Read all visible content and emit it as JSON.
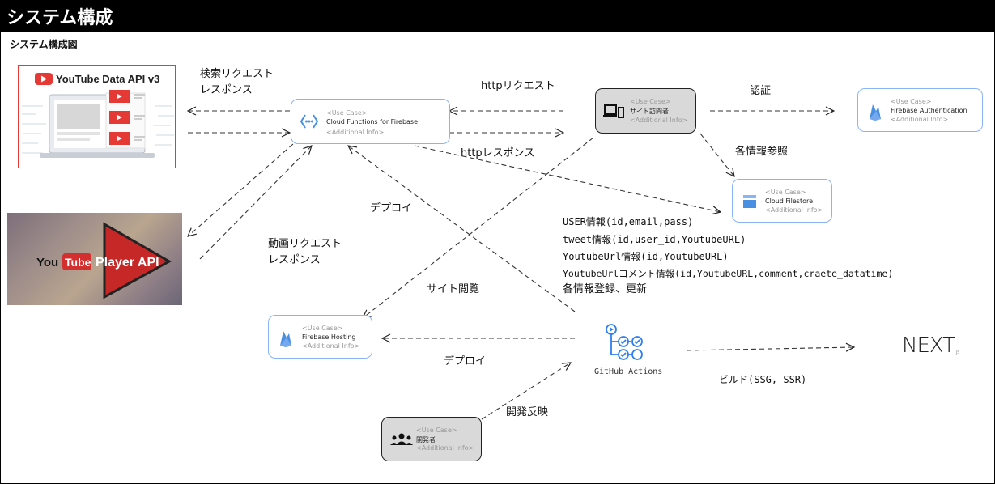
{
  "header": {
    "title": "システム構成",
    "subtitle": "システム構成図"
  },
  "stereotype": "<Use Case>",
  "additional_info": "<Additional Info>",
  "nodes": {
    "cloud_functions": "Cloud Functions for Firebase",
    "visitor": "サイト訪問者",
    "firebase_auth": "Firebase Authentication",
    "firestore": "Cloud Filestore",
    "hosting": "Firebase Hosting",
    "developer": "開発者",
    "github_actions": "GitHub Actions"
  },
  "logos": {
    "youtube_data": "YouTube Data API v3",
    "yt_you": "You",
    "yt_tube": "Tube",
    "yt_player": "Player API",
    "next": "NEXT",
    "next_js": ".JS"
  },
  "labels": {
    "search": [
      "検索リクエスト",
      "レスポンス"
    ],
    "http_request": "httpリクエスト",
    "http_response": "httpレスポンス",
    "auth": "認証",
    "refer": "各情報参照",
    "deploy1": "デプロイ",
    "video": [
      "動画リクエスト",
      "レスポンス"
    ],
    "site_view": "サイト閲覧",
    "deploy2": "デプロイ",
    "dev_reflect": "開発反映",
    "build": "ビルド(SSG, SSR)",
    "info": [
      "USER情報(id,email,pass)",
      "tweet情報(id,user_id,YoutubeURL)",
      "YoutubeUrl情報(id,YoutubeURL)",
      "YoutubeUrlコメント情報(id,YoutubeURL,comment,craete_datatime)",
      "各情報登録、更新"
    ]
  },
  "colors": {
    "uc_border": "#8ab4f8",
    "youtube_red": "#e53935",
    "firebase_blue": "#4a90e2"
  }
}
